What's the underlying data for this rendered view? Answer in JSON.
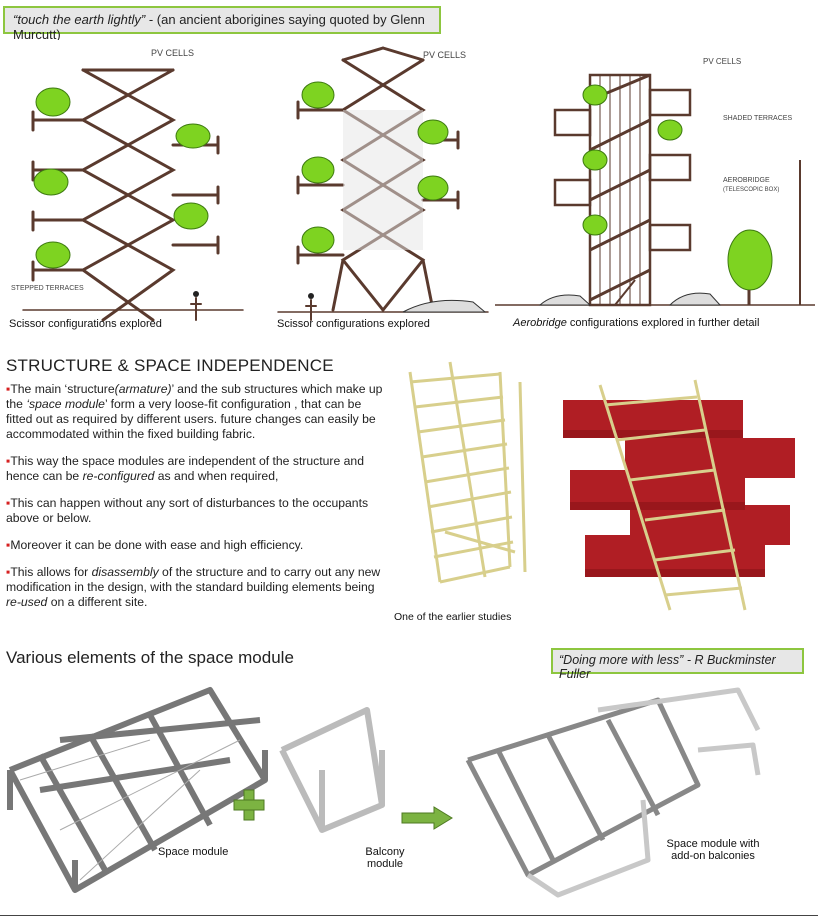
{
  "header_quote": {
    "italic": "“touch the earth lightly”",
    "rest": " - (an ancient  aborigines  saying quoted by Glenn Murcutt)"
  },
  "sketches": [
    {
      "caption": "Scissor configurations explored",
      "labels": [
        "PV CELLS",
        "STEPPED TERRACES"
      ]
    },
    {
      "caption": "Scissor configurations explored",
      "labels": [
        "PV CELLS"
      ]
    },
    {
      "caption_italic": "Aerobridge",
      "caption_rest": " configurations explored in further detail",
      "labels": [
        "PV CELLS",
        "SHADED TERRACES",
        "AEROBRIDGE",
        "(TELESCOPIC BOX)"
      ]
    }
  ],
  "section": {
    "title": "STRUCTURE & SPACE INDEPENDENCE",
    "bullets": [
      {
        "parts": [
          {
            "t": "The main ‘structure"
          },
          {
            "t": "(armature)",
            "i": true
          },
          {
            "t": "’ and the sub structures which make up the "
          },
          {
            "t": "‘space module",
            "i": true
          },
          {
            "t": "’ form a very loose-fit  configuration , that can be fitted out as required by different users. future changes can easily be accommodated within the fixed building fabric."
          }
        ]
      },
      {
        "parts": [
          {
            "t": "This way the space  modules are independent of the structure and hence can be "
          },
          {
            "t": "re-configured",
            "i": true
          },
          {
            "t": " as and when required,"
          }
        ]
      },
      {
        "parts": [
          {
            "t": "This can happen without  any sort of disturbances to the  occupants above or below."
          }
        ]
      },
      {
        "parts": [
          {
            "t": "Moreover it  can be done with ease and high efficiency."
          }
        ]
      },
      {
        "parts": [
          {
            "t": "This allows for "
          },
          {
            "t": "disassembly",
            "i": true
          },
          {
            "t": " of the structure and to carry out any new modification in the design, with the standard  building elements being "
          },
          {
            "t": "re-used",
            "i": true
          },
          {
            "t": " on a different site."
          }
        ]
      }
    ]
  },
  "photo_caption": "One of the earlier studies",
  "elements": {
    "title": "Various elements of the space module",
    "quote": "“Doing more with less” - R Buckminster Fuller",
    "space_module": "Space module",
    "balcony_module": "Balcony module",
    "combined_line1": "Space module with",
    "combined_line2": "add-on balconies"
  },
  "colors": {
    "accent_green": "#8dc63f",
    "bullet_red": "#d62020",
    "plant_green": "#7ed321",
    "sketch_ink": "#5a3a2e",
    "block_red": "#b01e24",
    "bamboo": "#d8cf8c"
  }
}
